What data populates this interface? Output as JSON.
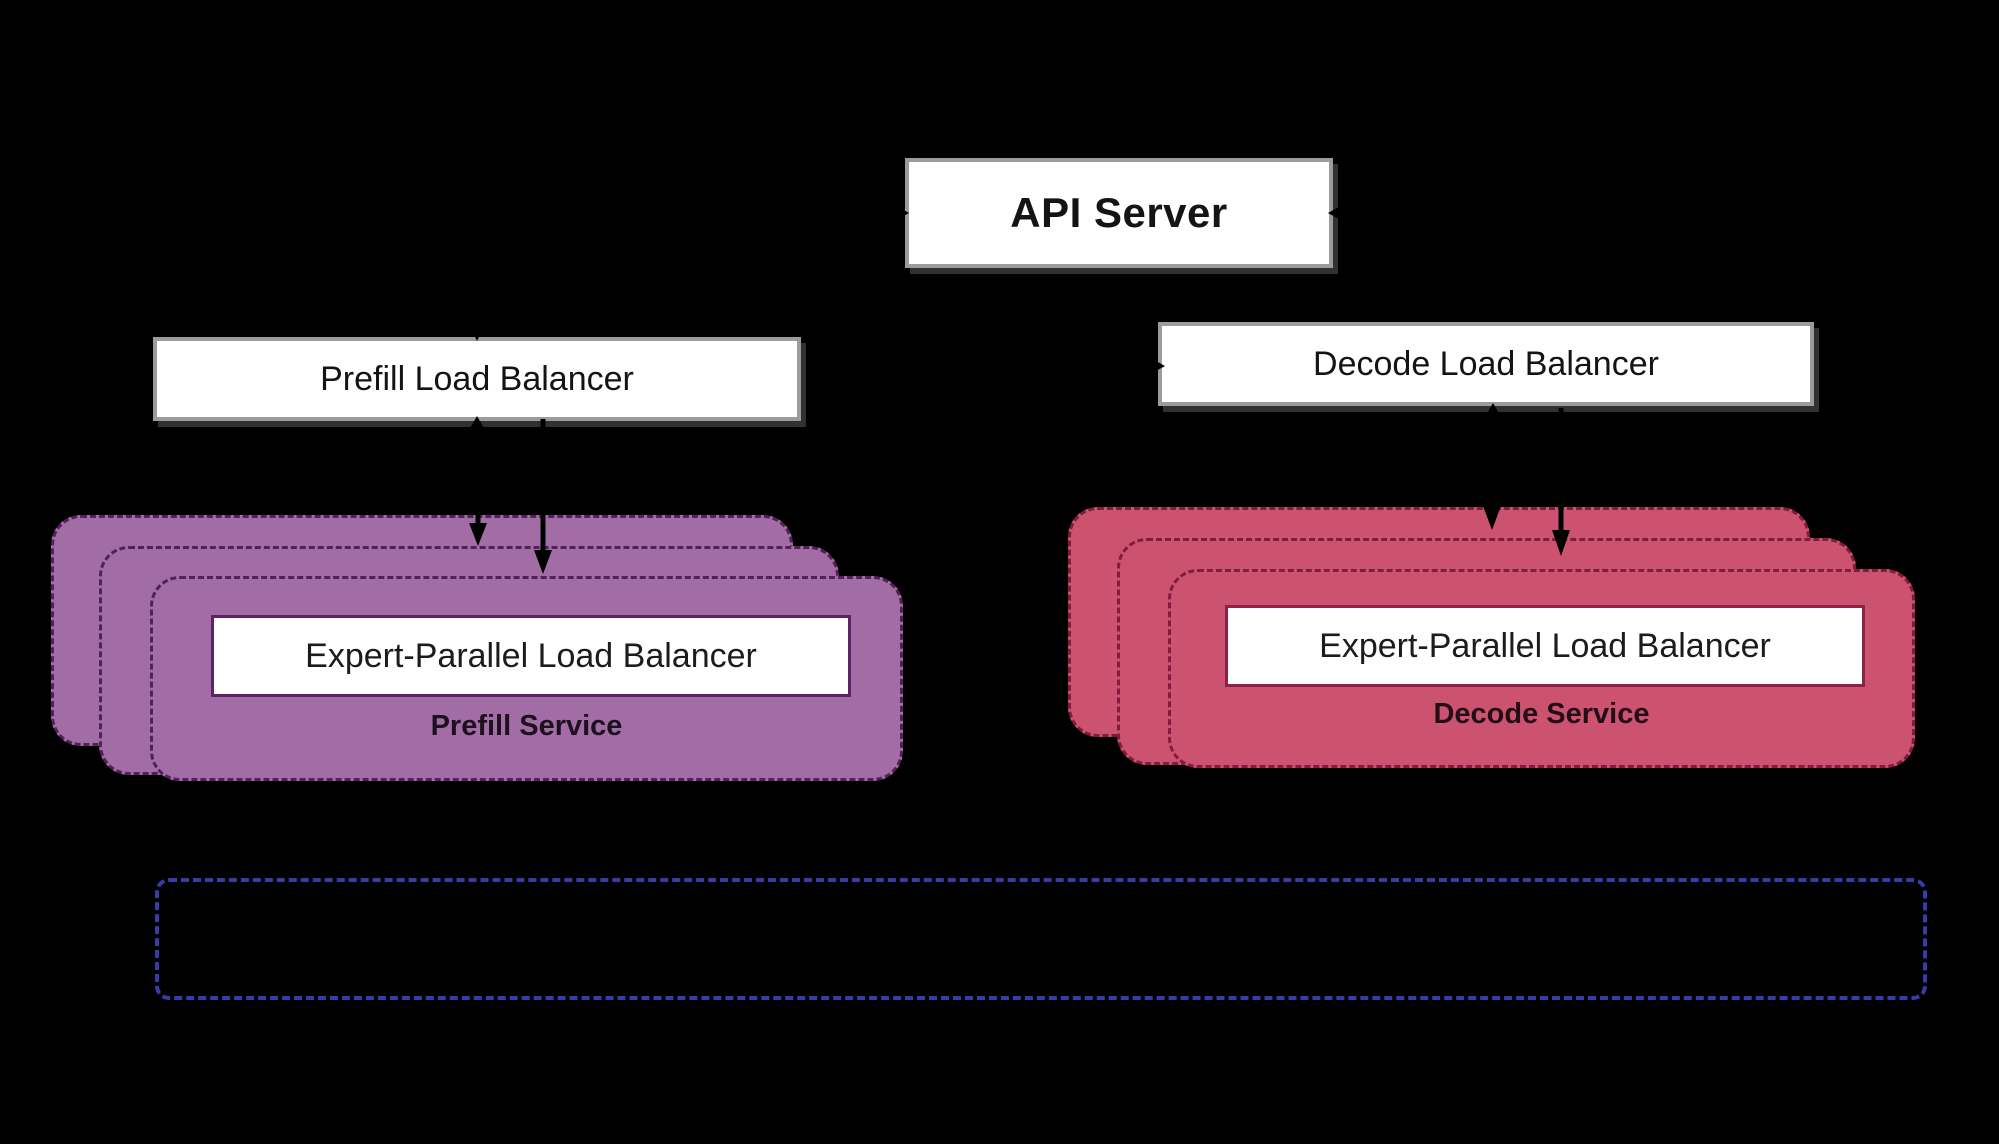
{
  "colors": {
    "background": "#000000",
    "node_bg": "#ffffff",
    "node_border": "#9c9c9c",
    "purple_fill": "#a26da4",
    "purple_dash": "#53205a",
    "purple_inner_border": "#5e2366",
    "red_fill": "#cb5370",
    "red_dash": "#801d3d",
    "red_inner_border": "#8c2344",
    "blue_dash": "#373cab",
    "arrow": "#000000"
  },
  "nodes": {
    "api_server": {
      "label": "API Server"
    },
    "prefill_lb": {
      "label": "Prefill Load Balancer"
    },
    "decode_lb": {
      "label": "Decode Load Balancer"
    },
    "prefill_service": {
      "eplb_label": "Expert-Parallel Load Balancer",
      "service_label": "Prefill Service",
      "replica_count": 3
    },
    "decode_service": {
      "eplb_label": "Expert-Parallel Load Balancer",
      "service_label": "Decode Service",
      "replica_count": 3
    }
  }
}
